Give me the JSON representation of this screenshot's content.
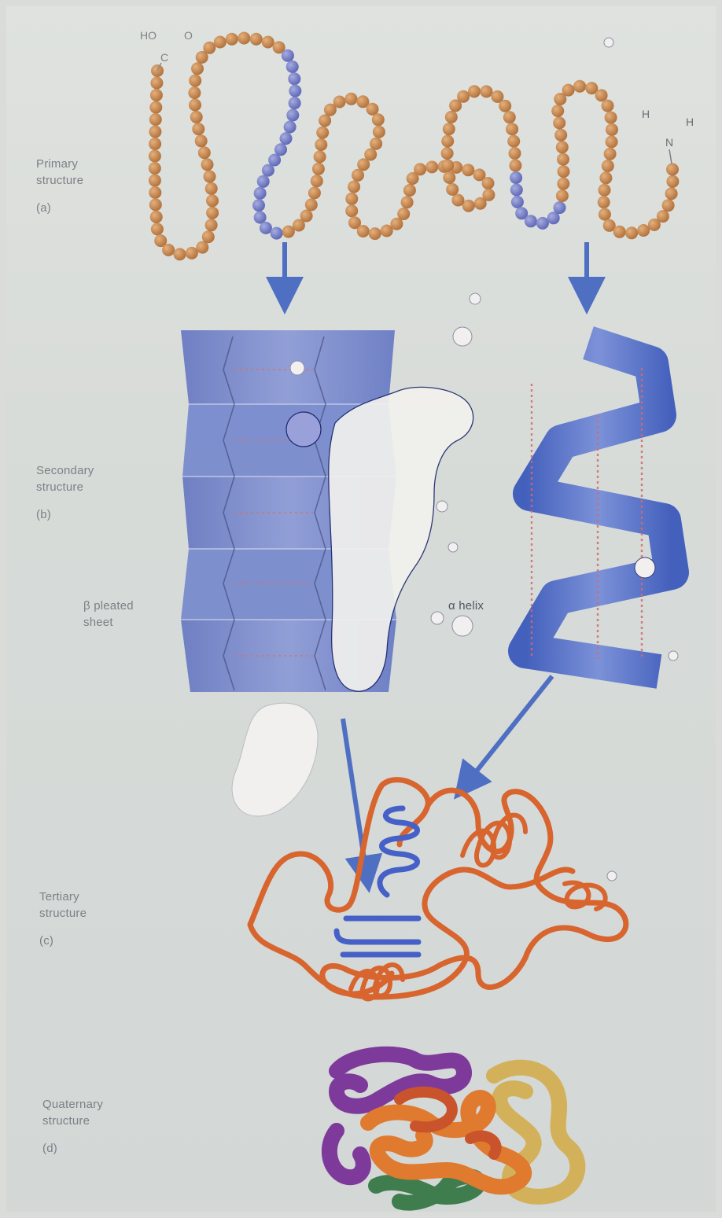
{
  "panels": [
    {
      "id": "a",
      "name_line1": "Primary",
      "name_line2": "structure",
      "tag": "(a)"
    },
    {
      "id": "b",
      "name_line1": "Secondary",
      "name_line2": "structure",
      "tag": "(b)"
    },
    {
      "id": "c",
      "name_line1": "Tertiary",
      "name_line2": "structure",
      "tag": "(c)"
    },
    {
      "id": "d",
      "name_line1": "Quaternary",
      "name_line2": "structure",
      "tag": "(d)"
    }
  ],
  "secondary_labels": {
    "sheet_line1": "β pleated",
    "sheet_line2": "sheet",
    "helix": "α helix"
  },
  "chain_ends": {
    "carboxyl_ho": "HO",
    "carboxyl_o": "O",
    "carboxyl_c": "C",
    "amino_n": "N",
    "amino_h": "H"
  },
  "colors": {
    "residue_orange": "#c98a52",
    "residue_blue": "#7d86c8",
    "arrow_blue": "#4f6fc3",
    "sheet_blue": "#6b7fcc",
    "helix_blue": "#3d5fc4",
    "tertiary_orange": "#d8642e",
    "quat_purple": "#7e3a9b",
    "quat_green": "#3f7c4e",
    "quat_yellow": "#d2b15a"
  }
}
